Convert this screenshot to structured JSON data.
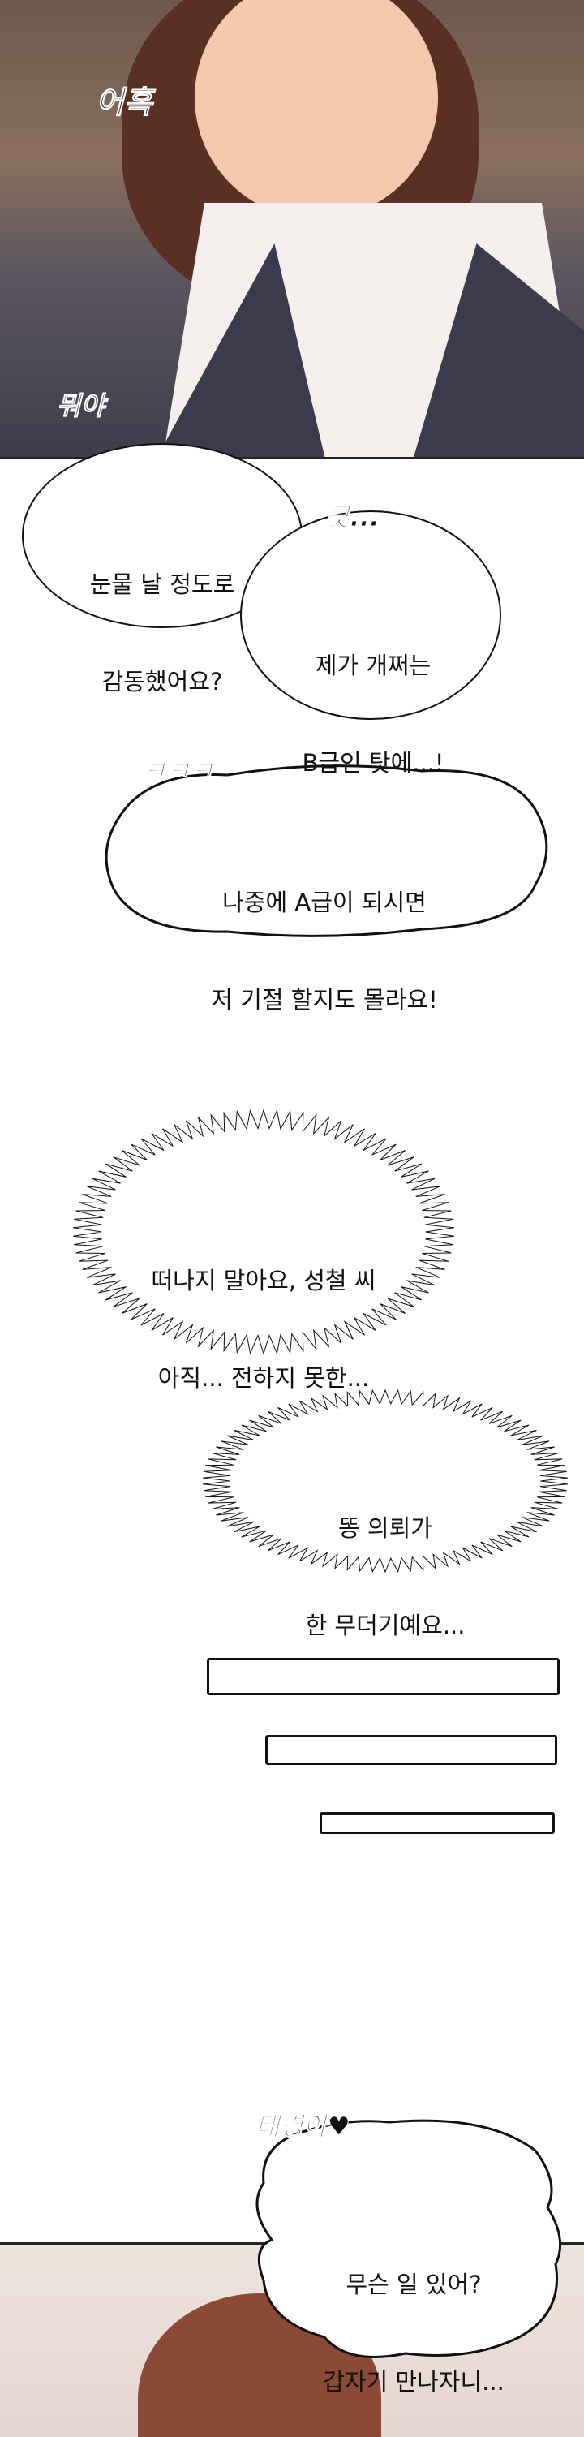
{
  "panels": {
    "top": {
      "sfx_sigh": "어흑",
      "sfx_what": "뭐야"
    },
    "bubble1": {
      "line1": "눈물 날 정도로",
      "line2": "감동했어요?"
    },
    "sfx_chuckle": "큿...",
    "bubble2": {
      "line1": "제가 개쩌는",
      "line2": "B급인 탓에...!"
    },
    "sfx_laugh": "ㅋㅋㅋ",
    "bubble3": {
      "line1": "나중에 A급이 되시면",
      "line2": "저 기절 할지도 몰라요!"
    },
    "bubble4": {
      "line1": "떠나지 말아요, 성철 씨",
      "line2": "아직... 전하지 못한..."
    },
    "bubble5": {
      "line1": "똥 의뢰가",
      "line2": "한 무더기예요..."
    },
    "bubble6": {
      "sfx": "태경아♥",
      "line1": "무슨 일 있어?",
      "line2": "갑자기 만나자니..."
    }
  },
  "colors": {
    "ink": "#111111",
    "hair": "#8a4a35",
    "background": "#ffffff"
  }
}
